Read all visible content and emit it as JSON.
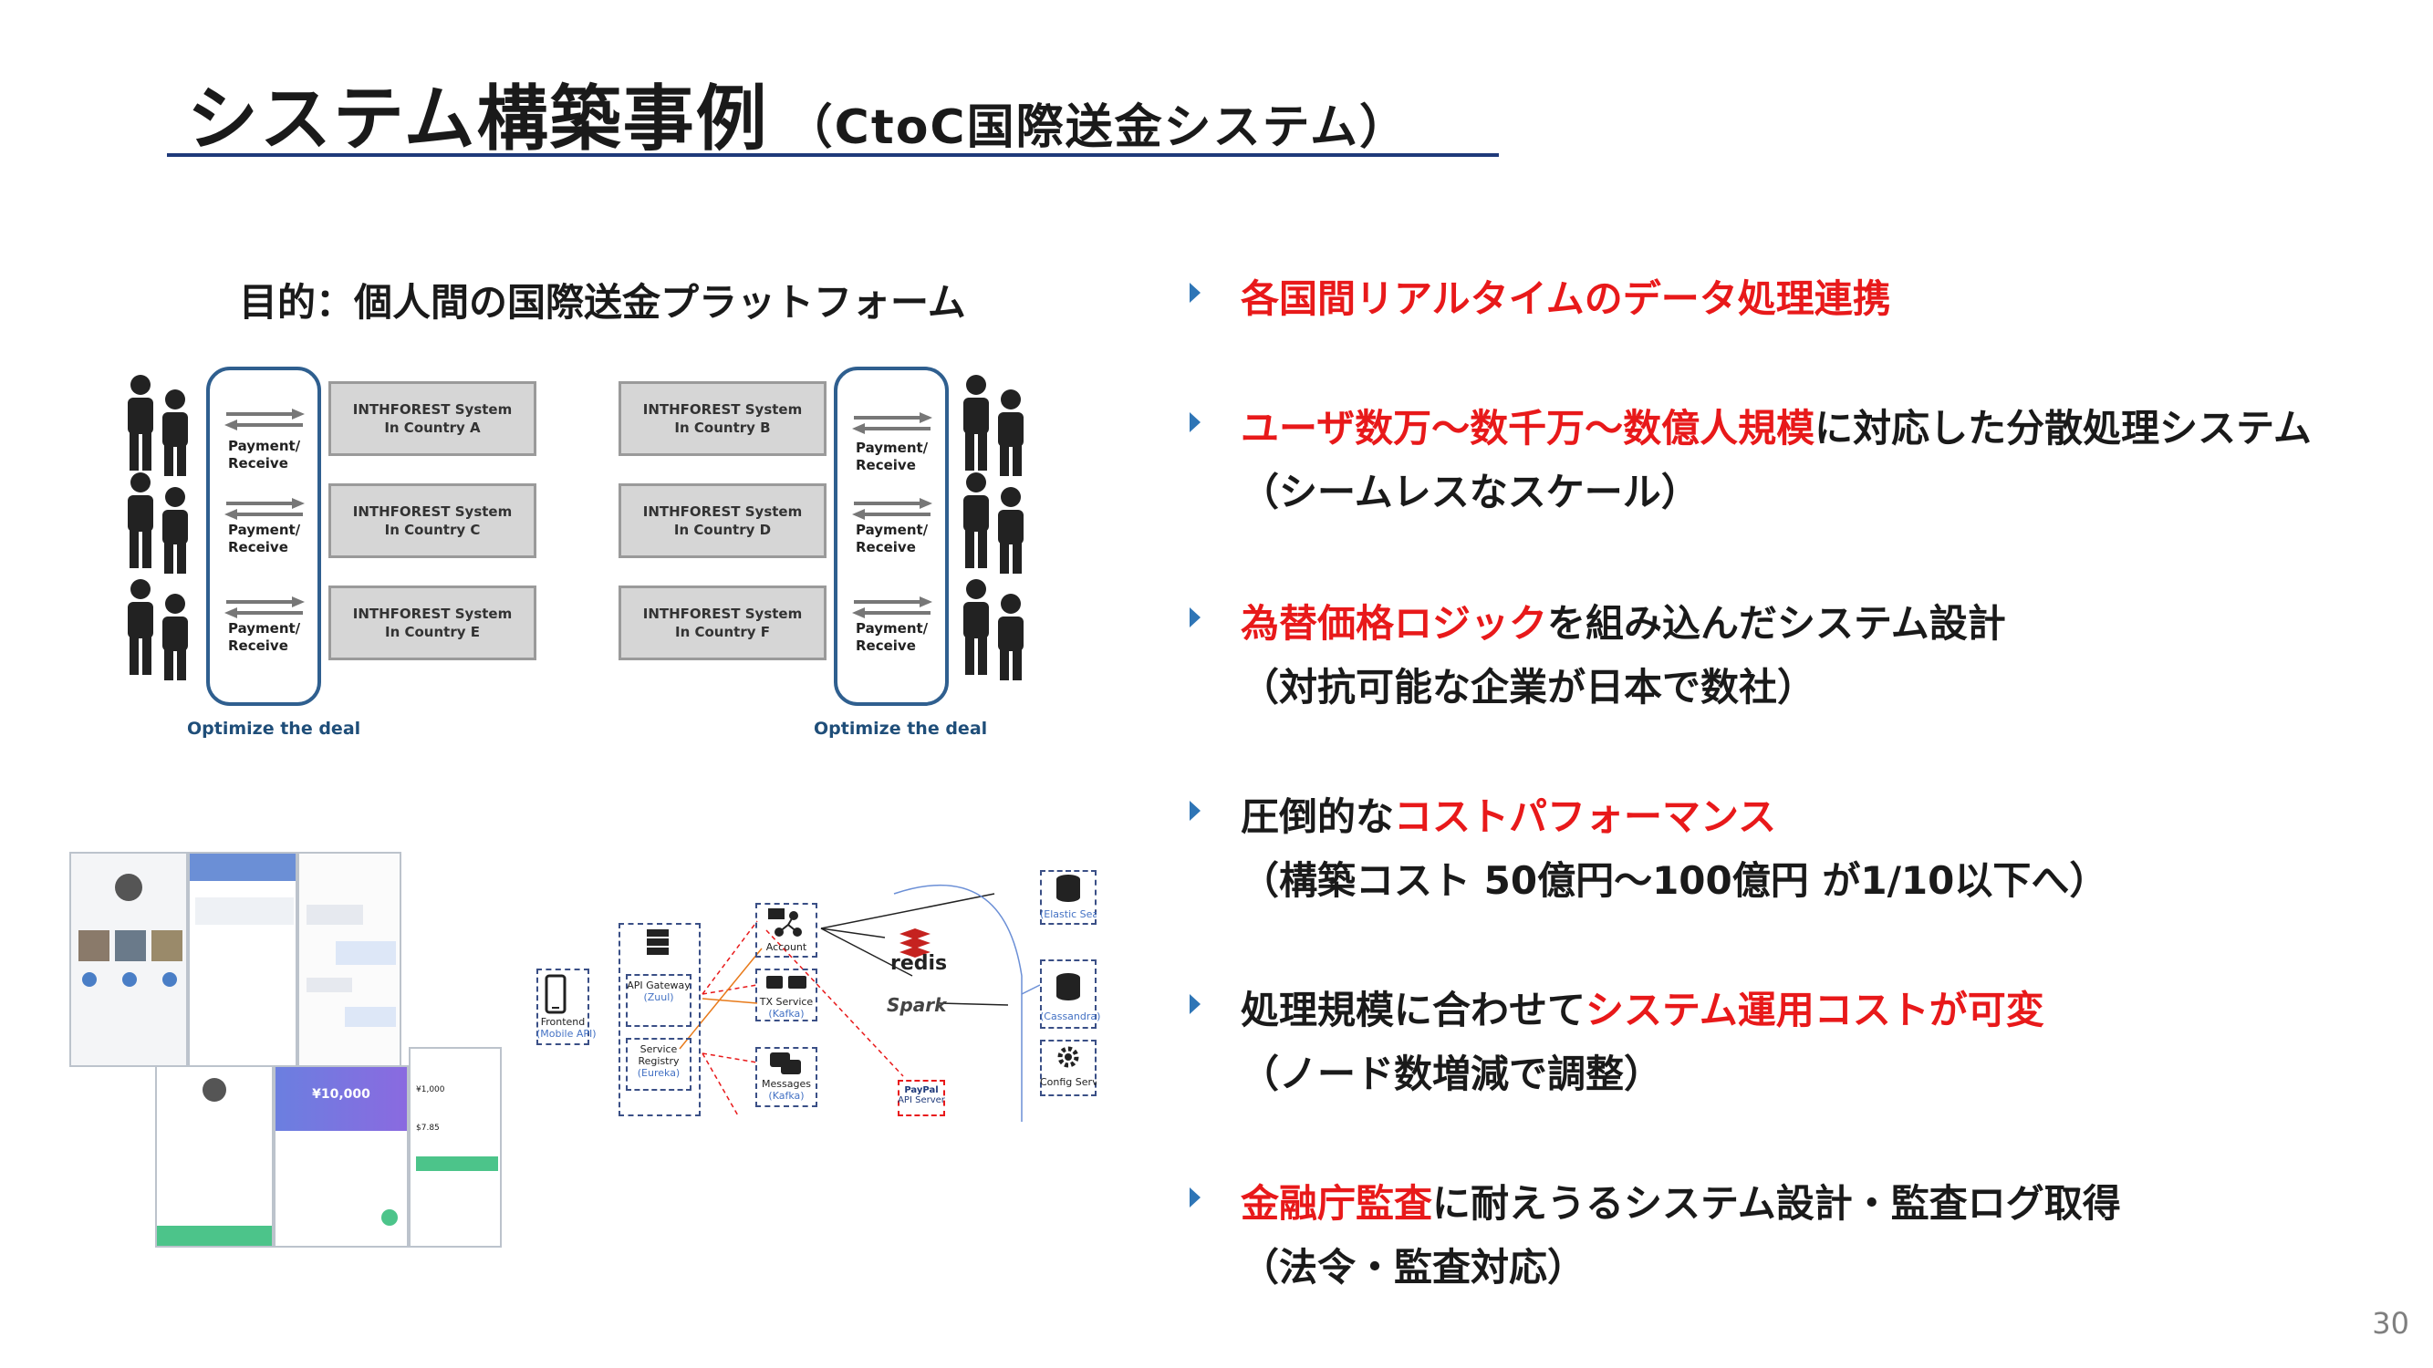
{
  "title": {
    "main": "システム構築事例",
    "sub": "（CtoC国際送金システム）"
  },
  "purpose": "目的：個人間の国際送金プラットフォーム",
  "diagram": {
    "left_systems": [
      {
        "line1": "INTHFOREST System",
        "line2": "In Country A"
      },
      {
        "line1": "INTHFOREST System",
        "line2": "In Country C"
      },
      {
        "line1": "INTHFOREST System",
        "line2": "In Country E"
      }
    ],
    "right_systems": [
      {
        "line1": "INTHFOREST System",
        "line2": "In Country B"
      },
      {
        "line1": "INTHFOREST System",
        "line2": "In Country D"
      },
      {
        "line1": "INTHFOREST System",
        "line2": "In Country F"
      }
    ],
    "payment_label_1": "Payment/",
    "payment_label_2": "Receive",
    "optimize_label": "Optimize the deal"
  },
  "architecture": {
    "frontend": "Frontend",
    "frontend_sub": "(Mobile API)",
    "api_gateway": "API Gateway",
    "api_gateway_sub": "(Zuul)",
    "service_registry": "Service Registry",
    "service_registry_sub": "(Eureka)",
    "account": "Account",
    "tx_service": "TX Service",
    "tx_service_sub": "(Kafka)",
    "messages": "Messages",
    "messages_sub": "(Kafka)",
    "redis": "redis",
    "spark": "Spark",
    "paypal": "PayPal",
    "paypal_sub": "API Server",
    "elastic": "(Elastic Sear",
    "cassandra": "(Cassandra)",
    "config": "Config Serve"
  },
  "screens": {
    "amount": "¥10,000",
    "amount_small": "¥1,000",
    "amount2": "$7.85"
  },
  "bullets": [
    {
      "segments": [
        {
          "text": "各国間リアルタイムのデータ処理連携",
          "red": true
        }
      ],
      "sub": ""
    },
    {
      "segments": [
        {
          "text": "ユーザ数万〜数千万〜数億人規模",
          "red": true
        },
        {
          "text": "に対応した分散処理システム",
          "red": false
        }
      ],
      "sub": "（シームレスなスケール）"
    },
    {
      "segments": [
        {
          "text": "為替価格ロジック",
          "red": true
        },
        {
          "text": "を組み込んだシステム設計",
          "red": false
        }
      ],
      "sub": "（対抗可能な企業が日本で数社）"
    },
    {
      "segments": [
        {
          "text": "圧倒的な",
          "red": false
        },
        {
          "text": "コストパフォーマンス",
          "red": true
        }
      ],
      "sub": "（構築コスト 50億円〜100億円 が1/10以下へ）"
    },
    {
      "segments": [
        {
          "text": "処理規模に合わせて",
          "red": false
        },
        {
          "text": "システム運用コストが可変",
          "red": true
        }
      ],
      "sub": "（ノード数増減で調整）"
    },
    {
      "segments": [
        {
          "text": "金融庁監査",
          "red": true
        },
        {
          "text": "に耐えうるシステム設計・監査ログ取得",
          "red": false
        }
      ],
      "sub": "（法令・監査対応）"
    }
  ],
  "page_number": "30",
  "colors": {
    "accent_red": "#e8191a",
    "title_rule": "#1f3a7a",
    "frame": "#2f5f8f",
    "bullet": "#2e75b6"
  }
}
